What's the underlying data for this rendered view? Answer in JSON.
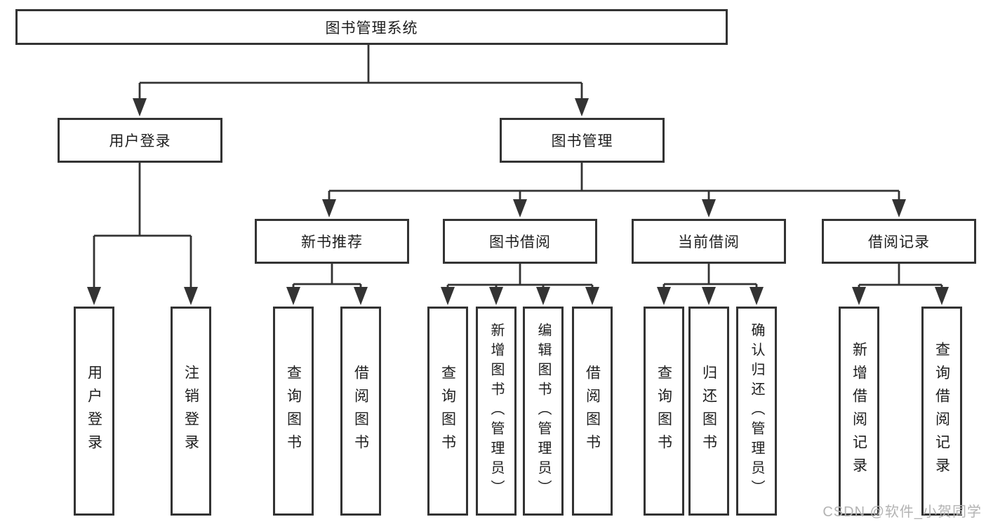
{
  "diagram_type": "hierarchy-tree",
  "colors": {
    "line": "#333333",
    "box_border": "#333333",
    "box_fill": "#ffffff",
    "text": "#1e1e1e",
    "background": "#ffffff",
    "watermark": "#b3b3b3"
  },
  "root": {
    "label": "图书管理系统",
    "children": [
      {
        "label": "用户登录",
        "children": [
          {
            "label": "用户登录"
          },
          {
            "label": "注销登录"
          }
        ]
      },
      {
        "label": "图书管理",
        "children": [
          {
            "label": "新书推荐",
            "children": [
              {
                "label": "查询图书"
              },
              {
                "label": "借阅图书"
              }
            ]
          },
          {
            "label": "图书借阅",
            "children": [
              {
                "label": "查询图书"
              },
              {
                "label": "新增图书（管理员）"
              },
              {
                "label": "编辑图书（管理员）"
              },
              {
                "label": "借阅图书"
              }
            ]
          },
          {
            "label": "当前借阅",
            "children": [
              {
                "label": "查询图书"
              },
              {
                "label": "归还图书"
              },
              {
                "label": "确认归还（管理员）"
              }
            ]
          },
          {
            "label": "借阅记录",
            "children": [
              {
                "label": "新增借阅记录"
              },
              {
                "label": "查询借阅记录"
              }
            ]
          }
        ]
      }
    ]
  },
  "watermark": {
    "text": "CSDN @软件_小贺同学"
  }
}
